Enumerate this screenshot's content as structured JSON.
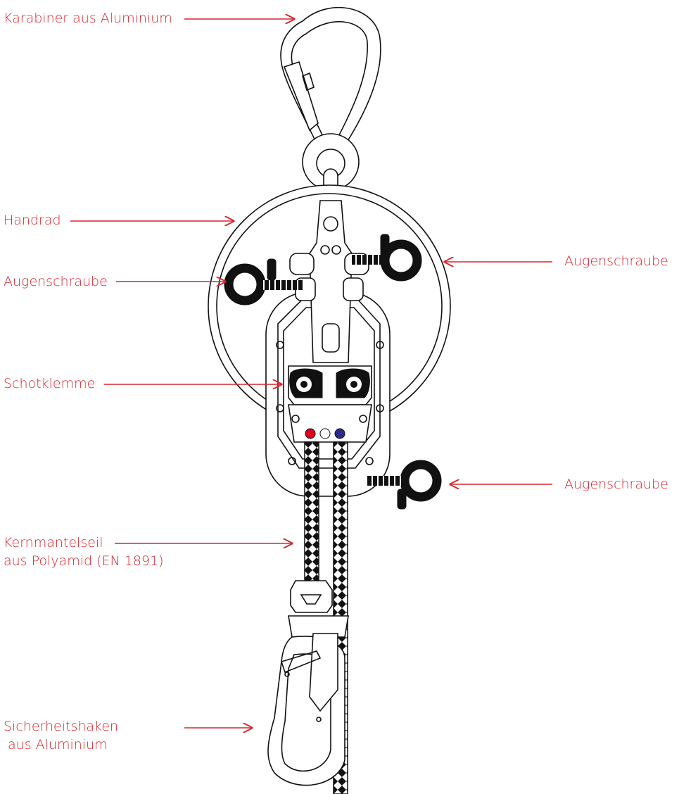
{
  "labels": {
    "carabiner": "Karabiner aus Aluminium",
    "handwheel": "Handrad",
    "eyebolt_left": "Augenschraube",
    "eyebolt_right_top": "Augenschraube",
    "cleat": "Schotklemme",
    "eyebolt_right_bottom": "Augenschraube",
    "rope_line1": "Kernmantelseil",
    "rope_line2": "aus Polyamid (EN 1891)",
    "hook_line1": "Sicherheitshaken",
    "hook_line2": " aus Aluminium"
  },
  "colors": {
    "accent": "#d7262e",
    "outline": "#111111",
    "indicator_red": "#e0001b",
    "indicator_blue": "#2b2a8c"
  }
}
